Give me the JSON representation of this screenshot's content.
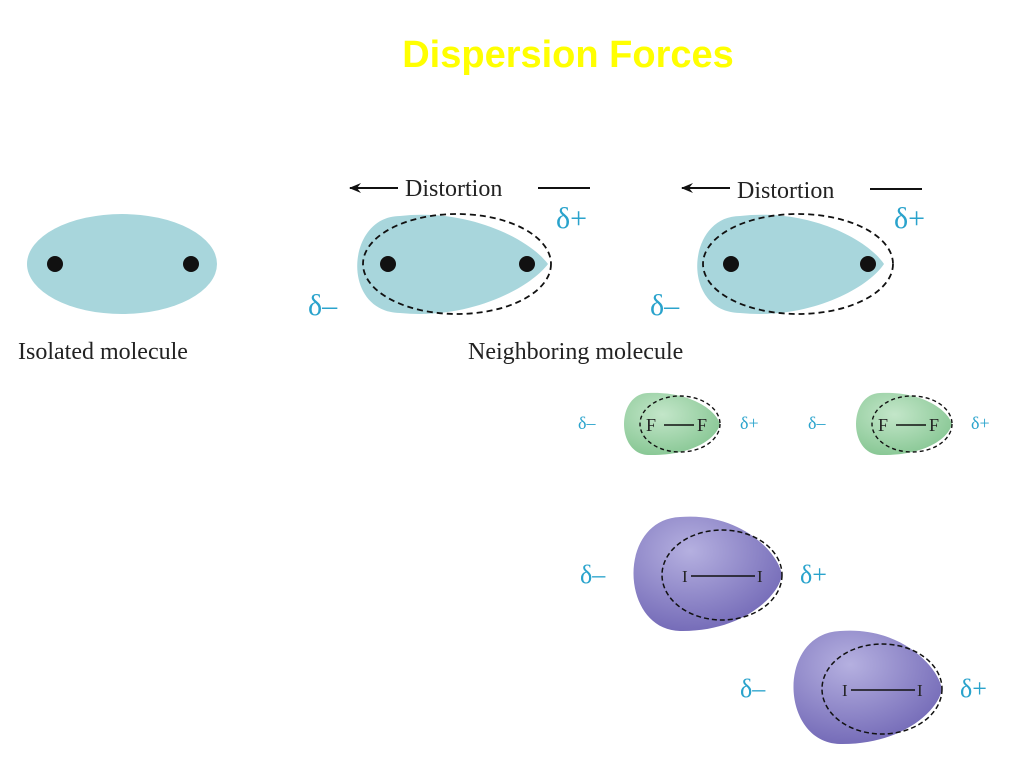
{
  "title": "Dispersion Forces",
  "labels": {
    "isolated": "Isolated molecule",
    "neighboring": "Neighboring molecule",
    "distortion": "Distortion",
    "delta_plus": "δ+",
    "delta_minus": "δ–",
    "fluorine": "F",
    "iodine": "I"
  },
  "colors": {
    "title": "#ffff00",
    "electron_cloud": "#a8d6dc",
    "f2_cloud": "#8ccc98",
    "i2_cloud": "#8a82c4",
    "delta": "#2aa3cc"
  }
}
